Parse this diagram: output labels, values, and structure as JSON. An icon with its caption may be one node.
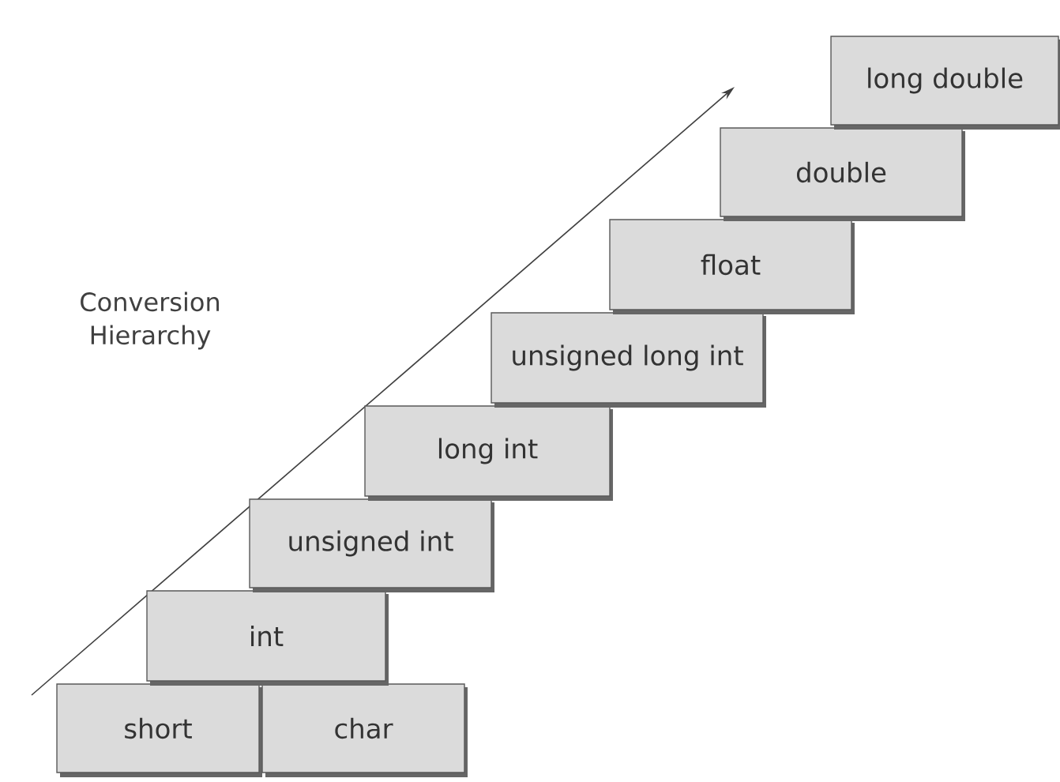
{
  "diagram": {
    "nodes": [
      {
        "text": [
          "short"
        ]
      },
      {
        "text": [
          "char"
        ]
      },
      {
        "text": [
          "int"
        ]
      },
      {
        "text": [
          "unsigned  int"
        ]
      },
      {
        "text": [
          "long int"
        ]
      },
      {
        "text": [
          "unsigned long int"
        ]
      },
      {
        "text": [
          "float"
        ]
      },
      {
        "text": [
          "double"
        ]
      },
      {
        "text": [
          "long double"
        ]
      }
    ],
    "labels": [
      "Conversion Hierarchy"
    ]
  }
}
